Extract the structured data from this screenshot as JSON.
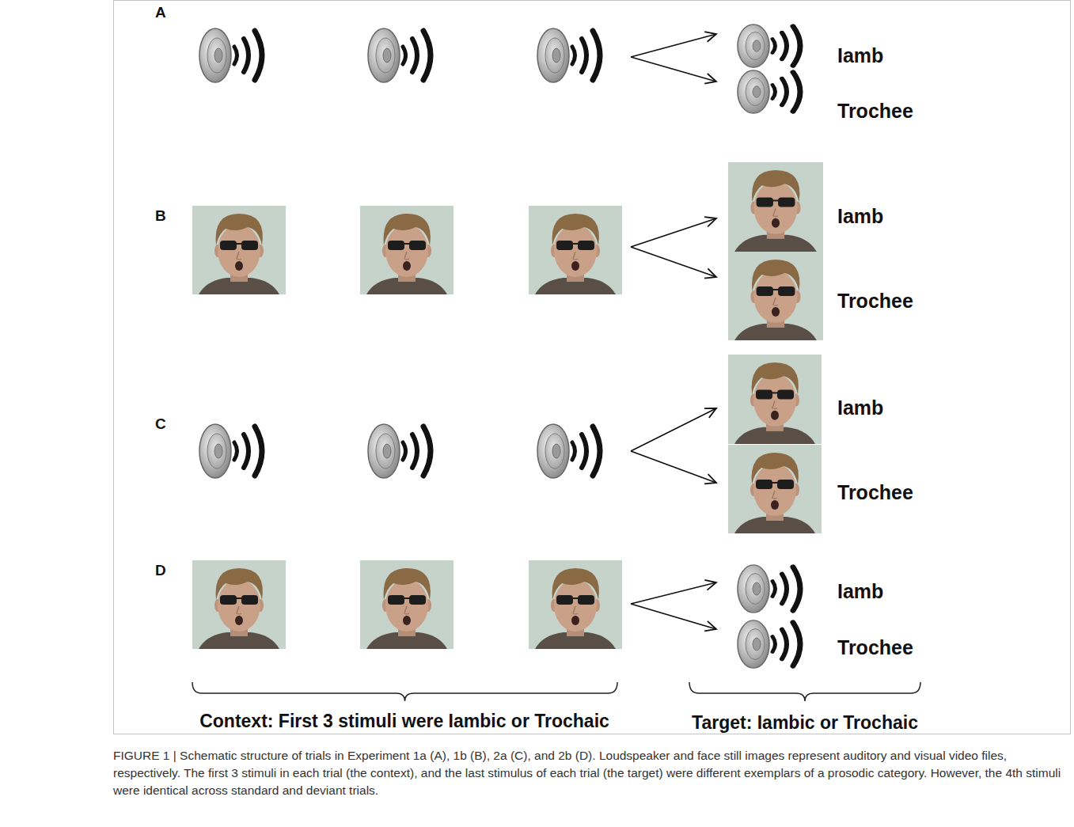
{
  "diagram": {
    "caption": "FIGURE 1 | Schematic structure of trials in Experiment 1a (A), 1b (B), 2a (C), and 2b (D). Loudspeaker and face still images represent auditory and visual video files, respectively. The first 3 stimuli in each trial (the context), and the last stimulus of each trial (the target) were different exemplars of a prosodic category. However, the 4th stimuli were identical across standard and deviant trials.",
    "labels": [
      "A",
      "Iamb",
      "Trochee",
      "B",
      "Iamb",
      "Trochee",
      "C",
      "Iamb",
      "Trochee",
      "D",
      "Iamb",
      "Trochee",
      "Context: First 3 stimuli were Iambic or Trochaic",
      "Target: Iambic or Trochaic"
    ]
  }
}
